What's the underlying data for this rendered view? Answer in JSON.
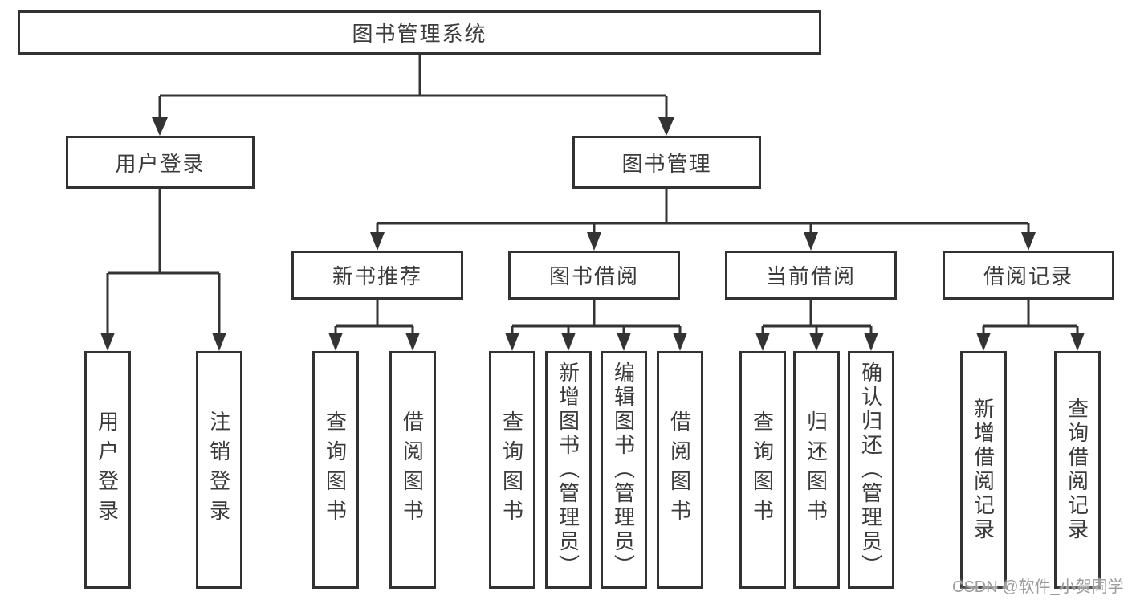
{
  "diagram_title": "图书管理系统",
  "colors": {
    "line": "#333333",
    "box_border": "#323232",
    "box_fill": "#ffffff",
    "text": "#3b3b3b",
    "watermark": "#9b9b9b"
  },
  "tree": {
    "root": "图书管理系统",
    "children": [
      {
        "label": "用户登录",
        "children": [
          {
            "label": "用户登录"
          },
          {
            "label": "注销登录"
          }
        ]
      },
      {
        "label": "图书管理",
        "children": [
          {
            "label": "新书推荐",
            "children": [
              {
                "label": "查询图书"
              },
              {
                "label": "借阅图书"
              }
            ]
          },
          {
            "label": "图书借阅",
            "children": [
              {
                "label": "查询图书"
              },
              {
                "label": "新增图书（管理员）"
              },
              {
                "label": "编辑图书（管理员）"
              },
              {
                "label": "借阅图书"
              }
            ]
          },
          {
            "label": "当前借阅",
            "children": [
              {
                "label": "查询图书"
              },
              {
                "label": "归还图书"
              },
              {
                "label": "确认归还（管理员）"
              }
            ]
          },
          {
            "label": "借阅记录",
            "children": [
              {
                "label": "新增借阅记录"
              },
              {
                "label": "查询借阅记录"
              }
            ]
          }
        ]
      }
    ]
  },
  "watermark": {
    "text": "CSDN @软件_小贺同学"
  }
}
